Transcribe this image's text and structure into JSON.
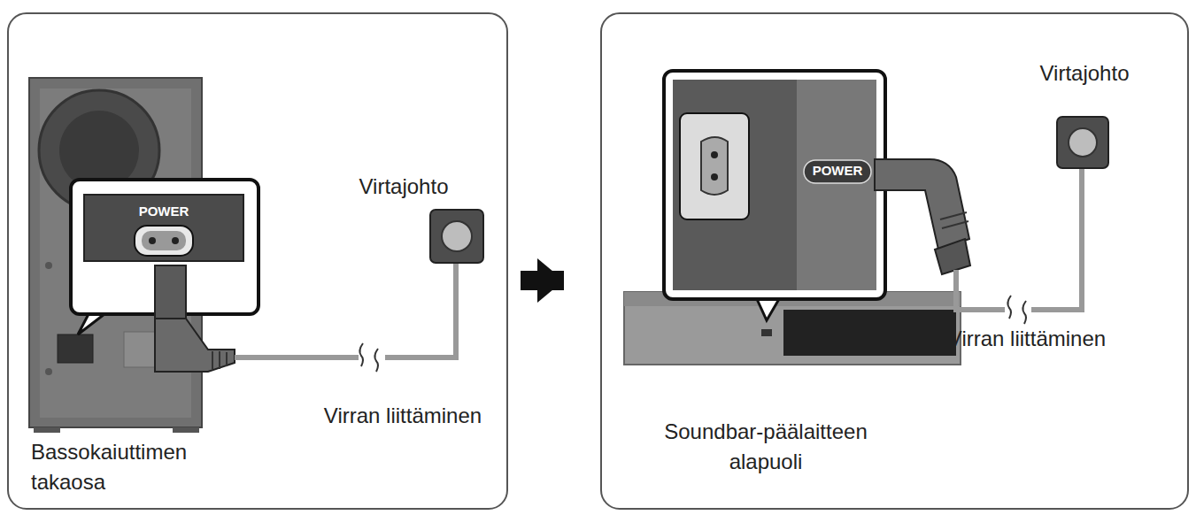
{
  "diagram": {
    "nodes": [
      {
        "text": [
          "Bassokaiuttimen takaosa"
        ]
      },
      {
        "text": [
          "Soundbar-päälaitteen alapuoli"
        ]
      }
    ],
    "edges": [
      {
        "from": 0,
        "to": 1,
        "arrow": "to"
      }
    ],
    "labels": [
      "POWER",
      "Virtajohto",
      "Virran liittäminen",
      "POWER",
      "Virtajohto",
      "Virran liittäminen"
    ]
  }
}
